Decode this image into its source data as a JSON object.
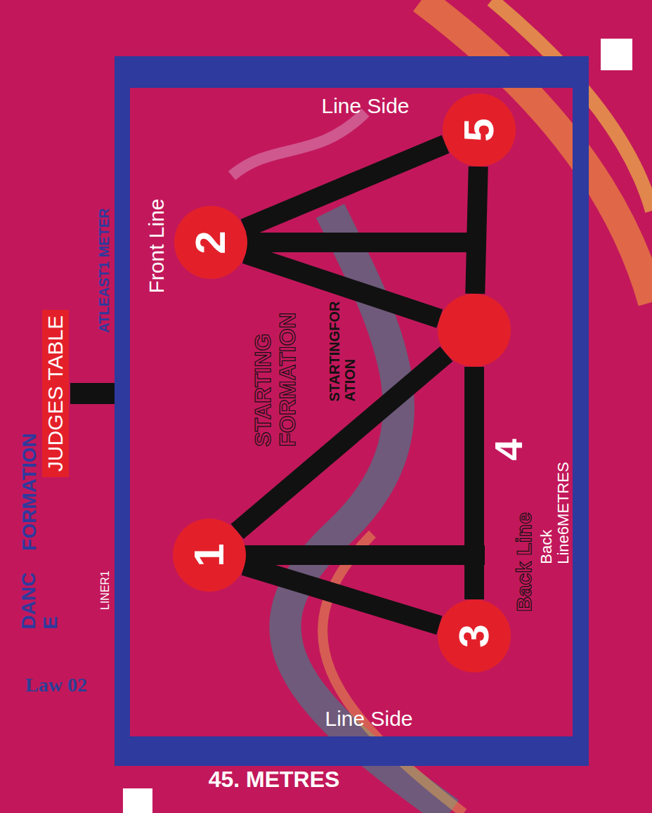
{
  "diagram": {
    "nodes": [
      {
        "text": [
          "JUDGES TABLE"
        ]
      },
      {
        "text": [
          "1"
        ]
      },
      {
        "text": [
          "2"
        ]
      },
      {
        "text": [
          "3"
        ]
      },
      {
        "text": [
          "4"
        ]
      },
      {
        "text": [
          "5"
        ]
      }
    ],
    "edges": [
      {
        "from": 1,
        "to": 3,
        "arrow": "none"
      },
      {
        "from": 1,
        "to": 4,
        "arrow": "none"
      },
      {
        "from": 2,
        "to": 4,
        "arrow": "none"
      },
      {
        "from": 2,
        "to": 5,
        "arrow": "none"
      },
      {
        "from": 3,
        "to": 4,
        "arrow": "none"
      },
      {
        "from": 4,
        "to": 5,
        "arrow": "none"
      }
    ],
    "labels": [
      "DANC E",
      "FORMATION",
      "Law 02",
      "LINER1",
      "ATLEAST1 METER",
      "Front Line",
      "Line Side",
      "STARTING FORMATION",
      "STARTINGFOR ATION",
      "Back Line",
      "Back Line6METRES",
      "Line Side",
      "45. METRES"
    ]
  }
}
